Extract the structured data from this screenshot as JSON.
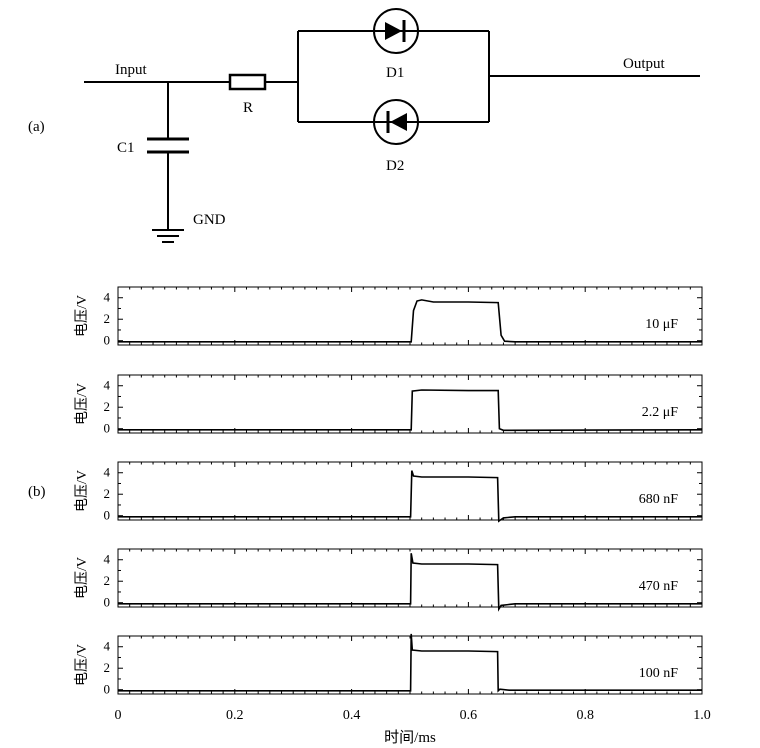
{
  "circuit": {
    "label": "(a)",
    "input_label": "Input",
    "output_label": "Output",
    "resistor_label": "R",
    "capacitor_label": "C1",
    "ground_label": "GND",
    "diode1_label": "D1",
    "diode2_label": "D2"
  },
  "waveforms_label": "(b)",
  "chart_data": {
    "type": "line",
    "xlabel": "时间/ms",
    "ylabel": "电压/V",
    "xlim": [
      0,
      1.0
    ],
    "ylim": [
      -0.4,
      5.0
    ],
    "x_ticks": [
      0,
      0.2,
      0.4,
      0.6,
      0.8,
      1.0
    ],
    "x_tick_labels": [
      "0",
      "0.2",
      "0.4",
      "0.6",
      "0.8",
      "1.0"
    ],
    "y_ticks": [
      0,
      2,
      4
    ],
    "y_tick_labels": [
      "0",
      "2",
      "4"
    ],
    "grid": false,
    "series": [
      {
        "name": "10 μF",
        "x": [
          0,
          0.502,
          0.506,
          0.512,
          0.52,
          0.54,
          0.6,
          0.651,
          0.656,
          0.662,
          0.68,
          1.0
        ],
        "y": [
          -0.1,
          -0.1,
          2.8,
          3.7,
          3.8,
          3.6,
          3.6,
          3.55,
          0.5,
          -0.05,
          -0.1,
          -0.1
        ]
      },
      {
        "name": "2.2 μF",
        "x": [
          0,
          0.502,
          0.504,
          0.52,
          0.6,
          0.651,
          0.653,
          0.66,
          1.0
        ],
        "y": [
          -0.1,
          -0.1,
          3.5,
          3.6,
          3.55,
          3.55,
          0.0,
          -0.15,
          -0.1
        ]
      },
      {
        "name": "680 nF",
        "x": [
          0,
          0.501,
          0.503,
          0.506,
          0.52,
          0.6,
          0.65,
          0.652,
          0.66,
          0.68,
          1.0
        ],
        "y": [
          -0.1,
          -0.1,
          4.2,
          3.7,
          3.6,
          3.6,
          3.55,
          -0.5,
          -0.2,
          -0.1,
          -0.1
        ]
      },
      {
        "name": "470 nF",
        "x": [
          0,
          0.501,
          0.502,
          0.505,
          0.52,
          0.6,
          0.65,
          0.652,
          0.656,
          0.68,
          1.0
        ],
        "y": [
          -0.1,
          -0.1,
          4.6,
          3.7,
          3.6,
          3.6,
          3.55,
          -0.6,
          -0.25,
          -0.1,
          -0.1
        ]
      },
      {
        "name": "100 nF",
        "x": [
          0,
          0.501,
          0.502,
          0.504,
          0.52,
          0.6,
          0.65,
          0.651,
          0.654,
          0.67,
          1.0
        ],
        "y": [
          -0.1,
          -0.1,
          5.2,
          3.7,
          3.6,
          3.6,
          3.55,
          -0.1,
          0.05,
          -0.05,
          -0.05
        ]
      }
    ]
  }
}
